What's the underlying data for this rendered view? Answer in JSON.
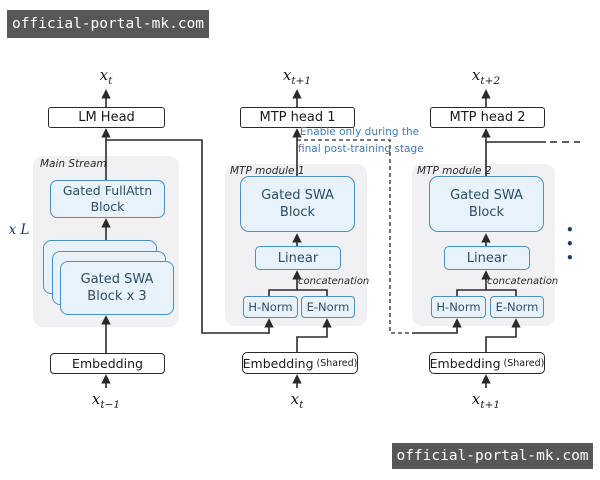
{
  "watermark": "official-portal-mk.com",
  "colors": {
    "box_fill": "#e7f2fb",
    "box_border": "#4a90c5",
    "box_text": "#2d4e68",
    "panel_bg": "#f1f1f3",
    "line": "#2a2a2a",
    "blue_text": "#3e7cb5",
    "navy": "#1f3a5c",
    "watermark_bg": "#57575a",
    "watermark_text": "#ffffff",
    "page_bg": "#ffffff"
  },
  "annotation": {
    "line1": "Enable only during the",
    "line2": "final post-training stage"
  },
  "ellipsis": "• • •",
  "main": {
    "output": {
      "base": "x",
      "sub": "t"
    },
    "head": "LM Head",
    "panel_label": "Main Stream",
    "repeat_label": "x L",
    "fullattn": {
      "line1": "Gated FullAttn",
      "line2": "Block"
    },
    "swa_stack": {
      "line1": "Gated SWA",
      "line2": "Block x 3"
    },
    "embedding": "Embedding",
    "input": {
      "base": "x",
      "sub": "t−1"
    }
  },
  "mtp1": {
    "output": {
      "base": "x",
      "sub": "t+1"
    },
    "head": "MTP head 1",
    "panel_label": "MTP module 1",
    "swa": {
      "line1": "Gated SWA",
      "line2": "Block"
    },
    "linear": "Linear",
    "concat": "concatenation",
    "h_norm": "H-Norm",
    "e_norm": "E-Norm",
    "embedding": "Embedding",
    "embedding_suffix": "(Shared)",
    "input": {
      "base": "x",
      "sub": "t"
    }
  },
  "mtp2": {
    "output": {
      "base": "x",
      "sub": "t+2"
    },
    "head": "MTP head 2",
    "panel_label": "MTP module 2",
    "swa": {
      "line1": "Gated SWA",
      "line2": "Block"
    },
    "linear": "Linear",
    "concat": "concatenation",
    "h_norm": "H-Norm",
    "e_norm": "E-Norm",
    "embedding": "Embedding",
    "embedding_suffix": "(Shared)",
    "input": {
      "base": "x",
      "sub": "t+1"
    }
  }
}
